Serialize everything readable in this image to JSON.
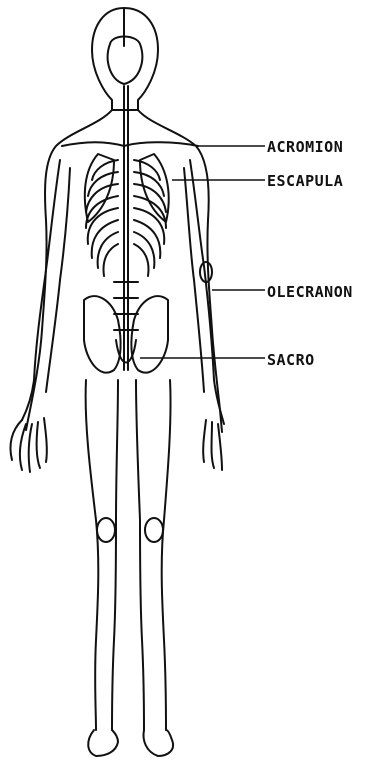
{
  "diagram": {
    "labels": {
      "acromion": "ACROMION",
      "escapula": "ESCAPULA",
      "olecranon": "OLECRANON",
      "sacro": "SACRO"
    },
    "colors": {
      "line": "#111111",
      "background": "#ffffff"
    }
  }
}
